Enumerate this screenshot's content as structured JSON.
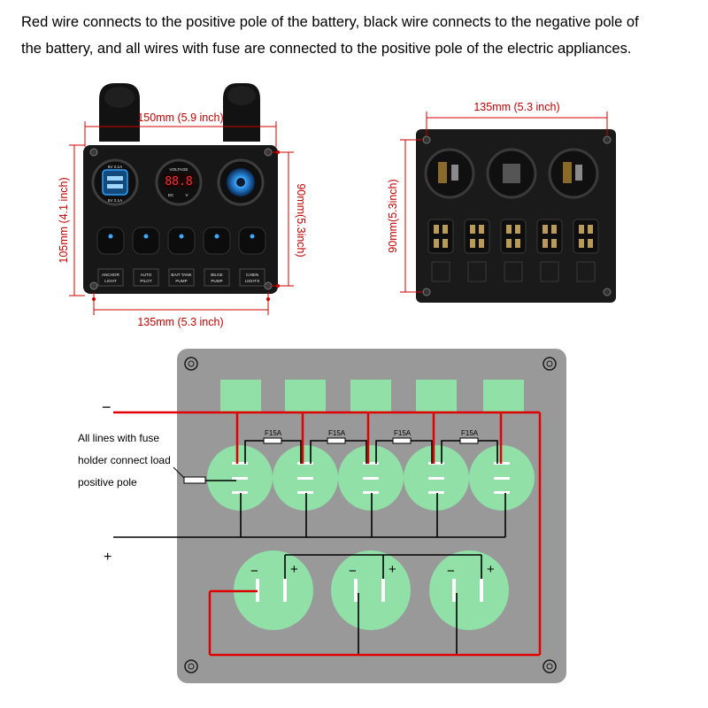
{
  "header": {
    "line1": "Red wire connects to the positive pole of the battery, black wire connects to the negative pole of",
    "line2": "the battery, and all wires with fuse are connected to the positive pole of the electric appliances."
  },
  "front_panel": {
    "dim_top": "150mm (5.9 inch)",
    "dim_left": "105mm (4.1 inch)",
    "dim_right": "90mm(5.3inch)",
    "dim_bottom": "135mm (5.3 inch)",
    "voltmeter_title": "VOLTAGE",
    "voltmeter_value": "88.8",
    "voltmeter_dc": "DC",
    "voltmeter_v": "V",
    "usb_top": "5V  2.1A",
    "usb_bottom": "5V  2.1A",
    "switch_labels": [
      [
        "ANCHOR",
        "LIGHT"
      ],
      [
        "AUTO",
        "PILOT"
      ],
      [
        "BAIT TANK",
        "PUMP"
      ],
      [
        "BILGE",
        "PUMP"
      ],
      [
        "CABIN",
        "LIGHTS"
      ]
    ]
  },
  "back_panel": {
    "dim_top": "135mm (5.3 inch)",
    "dim_left": "90mm(5.3inch)"
  },
  "wiring": {
    "minus_sign": "−",
    "plus_sign": "+",
    "callout_lines": [
      "All lines with fuse",
      "holder connect load",
      "positive pole"
    ],
    "fuse_label": "F15A",
    "socket_minus": "−",
    "socket_plus": "+",
    "colors": {
      "panel": "#999999",
      "green": "#90E0A8",
      "red_wire": "#E00000",
      "black_wire": "#000000"
    }
  }
}
